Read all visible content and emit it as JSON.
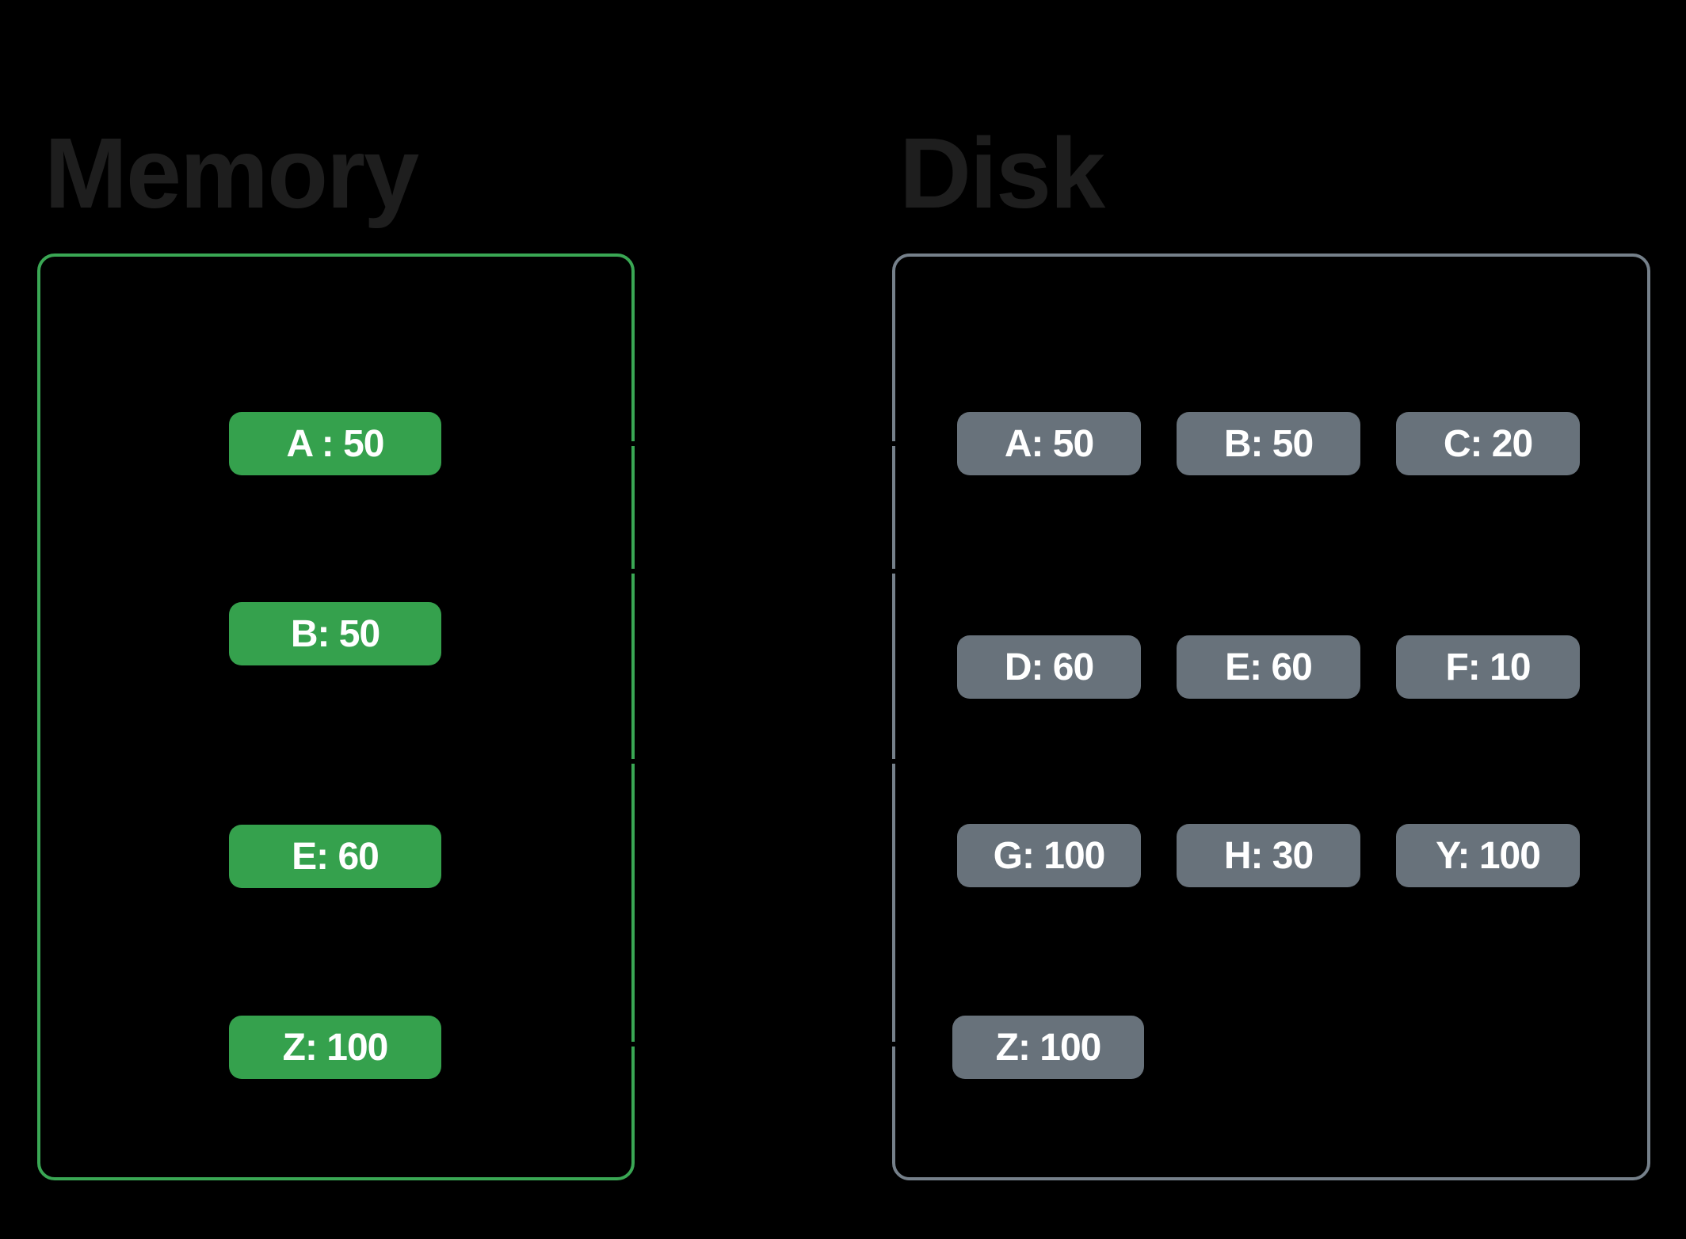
{
  "background_color": "#000000",
  "title_color": "#1e1e1e",
  "connector_color": "#000000",
  "memory": {
    "title": "Memory",
    "border_color": "#3aa754",
    "pill_color": "#35a14d",
    "pill_text_color": "#ffffff",
    "pills": [
      {
        "label": "A : 50"
      },
      {
        "label": "B: 50"
      },
      {
        "label": "E: 60"
      },
      {
        "label": "Z: 100"
      }
    ]
  },
  "disk": {
    "title": "Disk",
    "border_color": "#75808a",
    "pill_color": "#68727b",
    "pill_text_color": "#ffffff",
    "rows": [
      [
        "A: 50",
        "B: 50",
        "C: 20"
      ],
      [
        "D: 60",
        "E: 60",
        "F: 10"
      ],
      [
        "G: 100",
        "H: 30",
        "Y: 100"
      ],
      [
        "Z: 100"
      ]
    ]
  }
}
